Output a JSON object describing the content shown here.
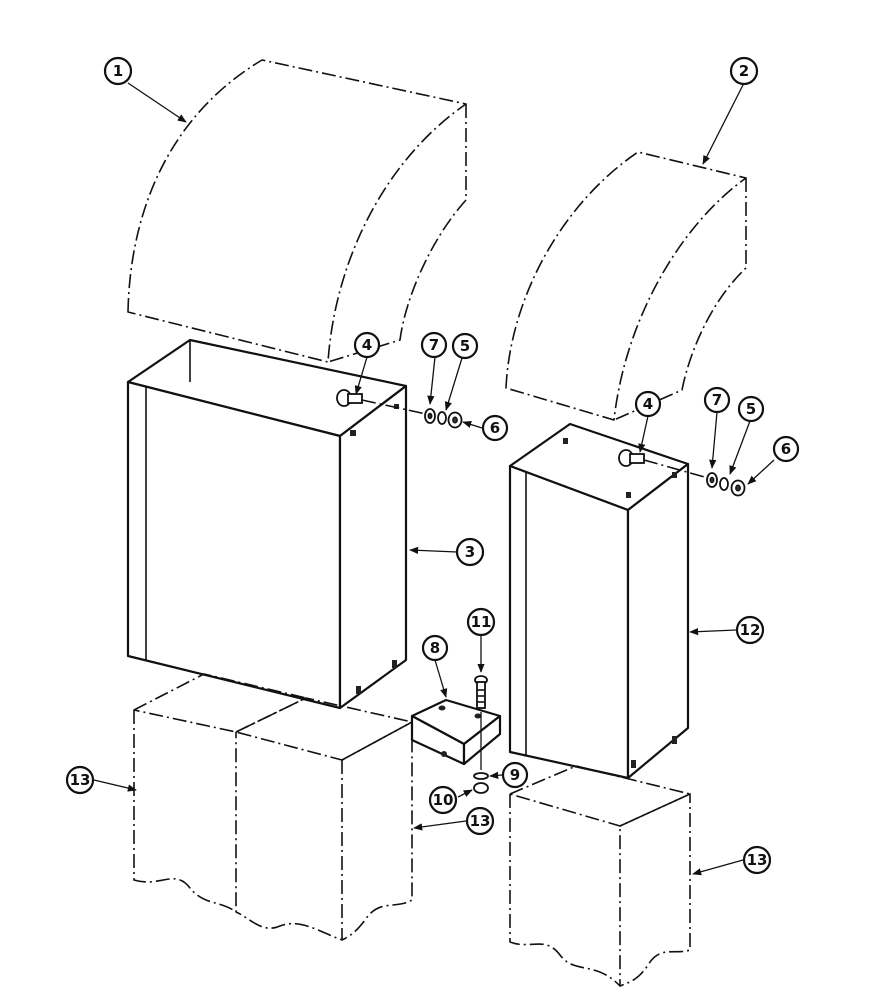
{
  "diagram": {
    "callouts": [
      {
        "id": "c1",
        "label": "1"
      },
      {
        "id": "c2",
        "label": "2"
      },
      {
        "id": "c3",
        "label": "3"
      },
      {
        "id": "c4a",
        "label": "4"
      },
      {
        "id": "c7a",
        "label": "7"
      },
      {
        "id": "c5a",
        "label": "5"
      },
      {
        "id": "c6a",
        "label": "6"
      },
      {
        "id": "c4b",
        "label": "4"
      },
      {
        "id": "c7b",
        "label": "7"
      },
      {
        "id": "c5b",
        "label": "5"
      },
      {
        "id": "c6b",
        "label": "6"
      },
      {
        "id": "c8",
        "label": "8"
      },
      {
        "id": "c9",
        "label": "9"
      },
      {
        "id": "c10",
        "label": "10"
      },
      {
        "id": "c11",
        "label": "11"
      },
      {
        "id": "c12",
        "label": "12"
      },
      {
        "id": "c13a",
        "label": "13"
      },
      {
        "id": "c13b",
        "label": "13"
      },
      {
        "id": "c13c",
        "label": "13"
      }
    ]
  }
}
